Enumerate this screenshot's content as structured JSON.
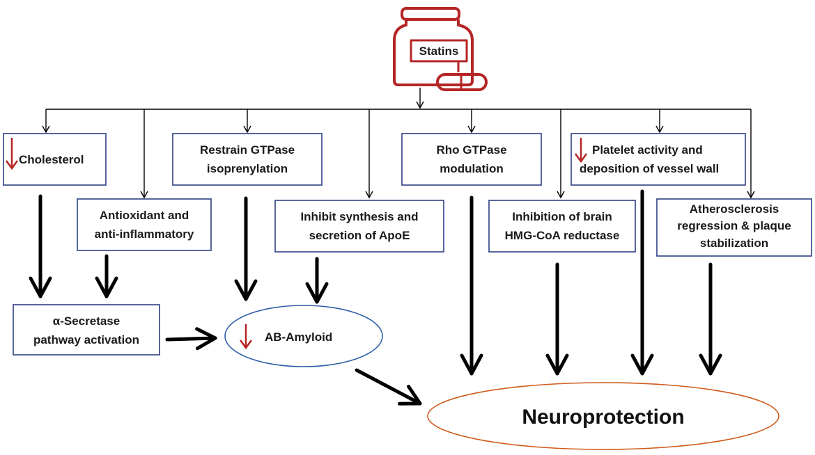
{
  "colors": {
    "box_border": "#2e3f86",
    "red_accent": "#b52525",
    "ellipse_blue": "#2f5fa8",
    "ellipse_orange": "#cf5a1a",
    "arrow": "#000000"
  },
  "nodes": {
    "statins": "Statins",
    "cholesterol": "Cholesterol",
    "antioxidant": [
      "Antioxidant and",
      "anti-inflammatory"
    ],
    "restrain_gtpase": [
      "Restrain GTPase",
      "isoprenylation"
    ],
    "inhibit_apoe": [
      "Inhibit synthesis and",
      "secretion of ApoE"
    ],
    "rho_gtpase": [
      "Rho GTPase",
      "modulation"
    ],
    "hmg_coa": [
      "Inhibition  of brain",
      "HMG-CoA reductase"
    ],
    "platelet": [
      "Platelet activity and",
      "deposition of vessel wall"
    ],
    "atherosclerosis": [
      "Atherosclerosis",
      "regression & plaque",
      "stabilization"
    ],
    "secretase": [
      "α-Secretase",
      "pathway activation"
    ],
    "ab_amyloid": "AB-Amyloid",
    "neuroprotection": "Neuroprotection"
  },
  "icons": {
    "statins_bottle": "pill-bottle-icon",
    "decrease": "down-arrow-icon"
  }
}
